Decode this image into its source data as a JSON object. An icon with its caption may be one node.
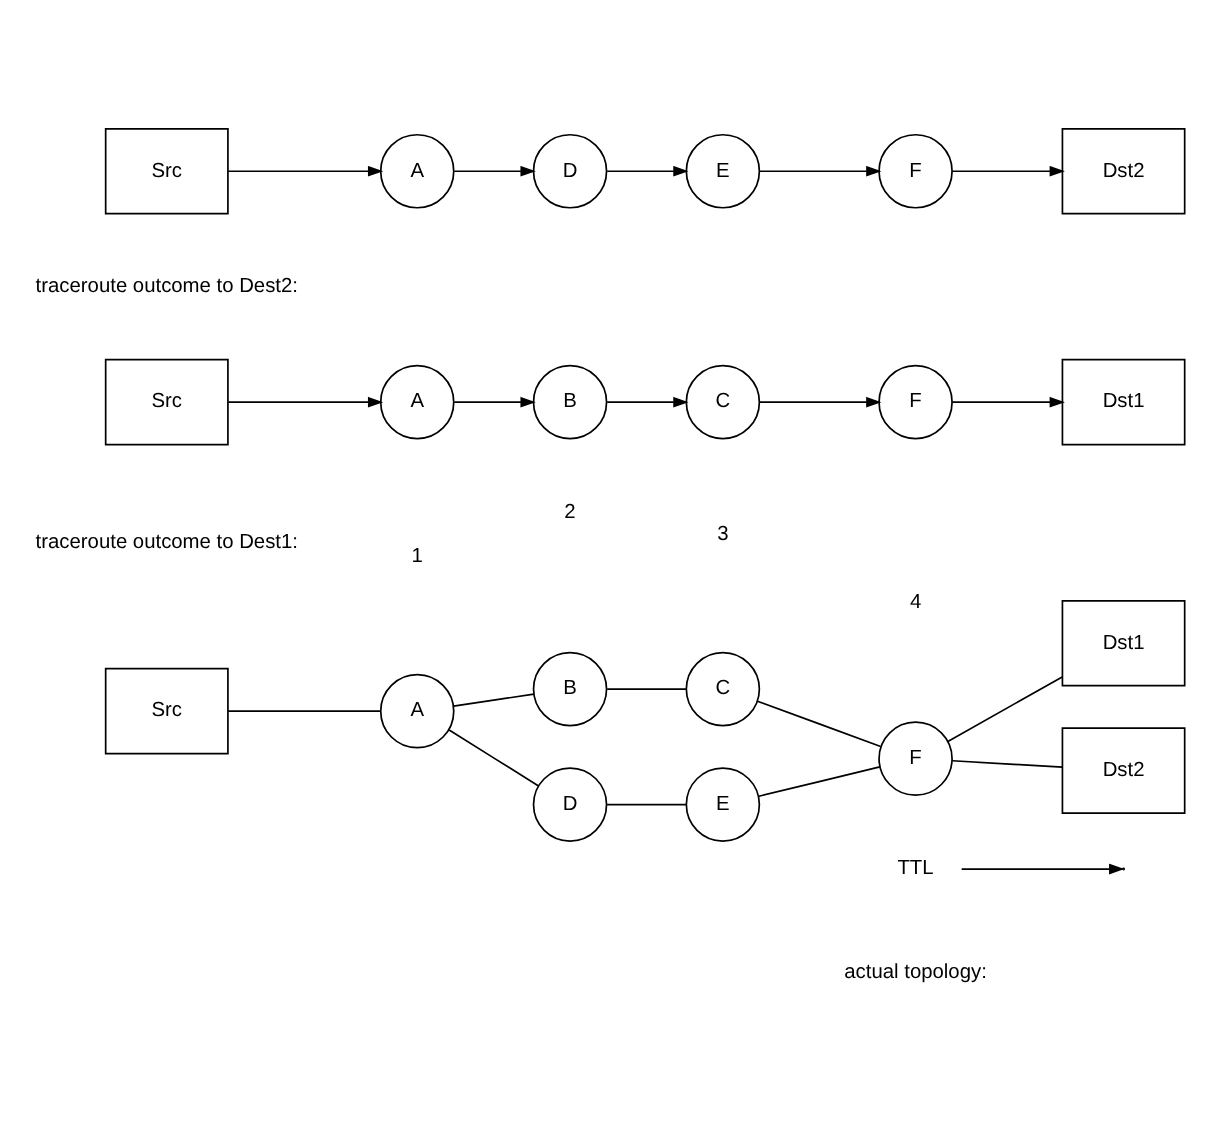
{
  "diagram": {
    "nodes": [
      {
        "text": [
          "TTL"
        ]
      },
      {
        "text": [
          "Src"
        ]
      },
      {
        "text": [
          "A"
        ]
      },
      {
        "text": [
          "B"
        ]
      },
      {
        "text": [
          "C"
        ]
      },
      {
        "text": [
          "D"
        ]
      },
      {
        "text": [
          "E"
        ]
      },
      {
        "text": [
          "F"
        ]
      },
      {
        "text": [
          "Dst1"
        ]
      },
      {
        "text": [
          "Dst2"
        ]
      },
      {
        "text": [
          "Src"
        ]
      },
      {
        "text": [
          "A"
        ]
      },
      {
        "text": [
          "B"
        ]
      },
      {
        "text": [
          "C"
        ]
      },
      {
        "text": [
          "F"
        ]
      },
      {
        "text": [
          "Dst1"
        ]
      },
      {
        "text": [
          "Src"
        ]
      },
      {
        "text": [
          "A"
        ]
      },
      {
        "text": [
          "D"
        ]
      },
      {
        "text": [
          "E"
        ]
      },
      {
        "text": [
          "F"
        ]
      },
      {
        "text": [
          "Dst2"
        ]
      }
    ],
    "edges": [
      {
        "from": 0,
        "to": null,
        "arrow": "to"
      },
      {
        "from": 1,
        "to": 2,
        "arrow": "none"
      },
      {
        "from": 2,
        "to": 3,
        "arrow": "none"
      },
      {
        "from": 2,
        "to": 5,
        "arrow": "none"
      },
      {
        "from": 3,
        "to": 4,
        "arrow": "none"
      },
      {
        "from": 5,
        "to": 6,
        "arrow": "none"
      },
      {
        "from": 4,
        "to": 7,
        "arrow": "none"
      },
      {
        "from": 6,
        "to": 7,
        "arrow": "none"
      },
      {
        "from": 7,
        "to": 8,
        "arrow": "none"
      },
      {
        "from": 7,
        "to": 9,
        "arrow": "none"
      },
      {
        "from": 10,
        "to": 11,
        "arrow": "to"
      },
      {
        "from": 11,
        "to": 12,
        "arrow": "to"
      },
      {
        "from": 12,
        "to": 13,
        "arrow": "to"
      },
      {
        "from": 13,
        "to": 14,
        "arrow": "to"
      },
      {
        "from": 14,
        "to": 15,
        "arrow": "to"
      },
      {
        "from": 16,
        "to": 17,
        "arrow": "to"
      },
      {
        "from": 17,
        "to": 18,
        "arrow": "to"
      },
      {
        "from": 18,
        "to": 19,
        "arrow": "to"
      },
      {
        "from": 19,
        "to": 20,
        "arrow": "to"
      },
      {
        "from": 20,
        "to": 21,
        "arrow": "to"
      }
    ],
    "labels": [
      "actual topology:",
      "1",
      "2",
      "3",
      "4",
      "traceroute outcome to Dest1:",
      "traceroute outcome to Dest2:"
    ]
  }
}
